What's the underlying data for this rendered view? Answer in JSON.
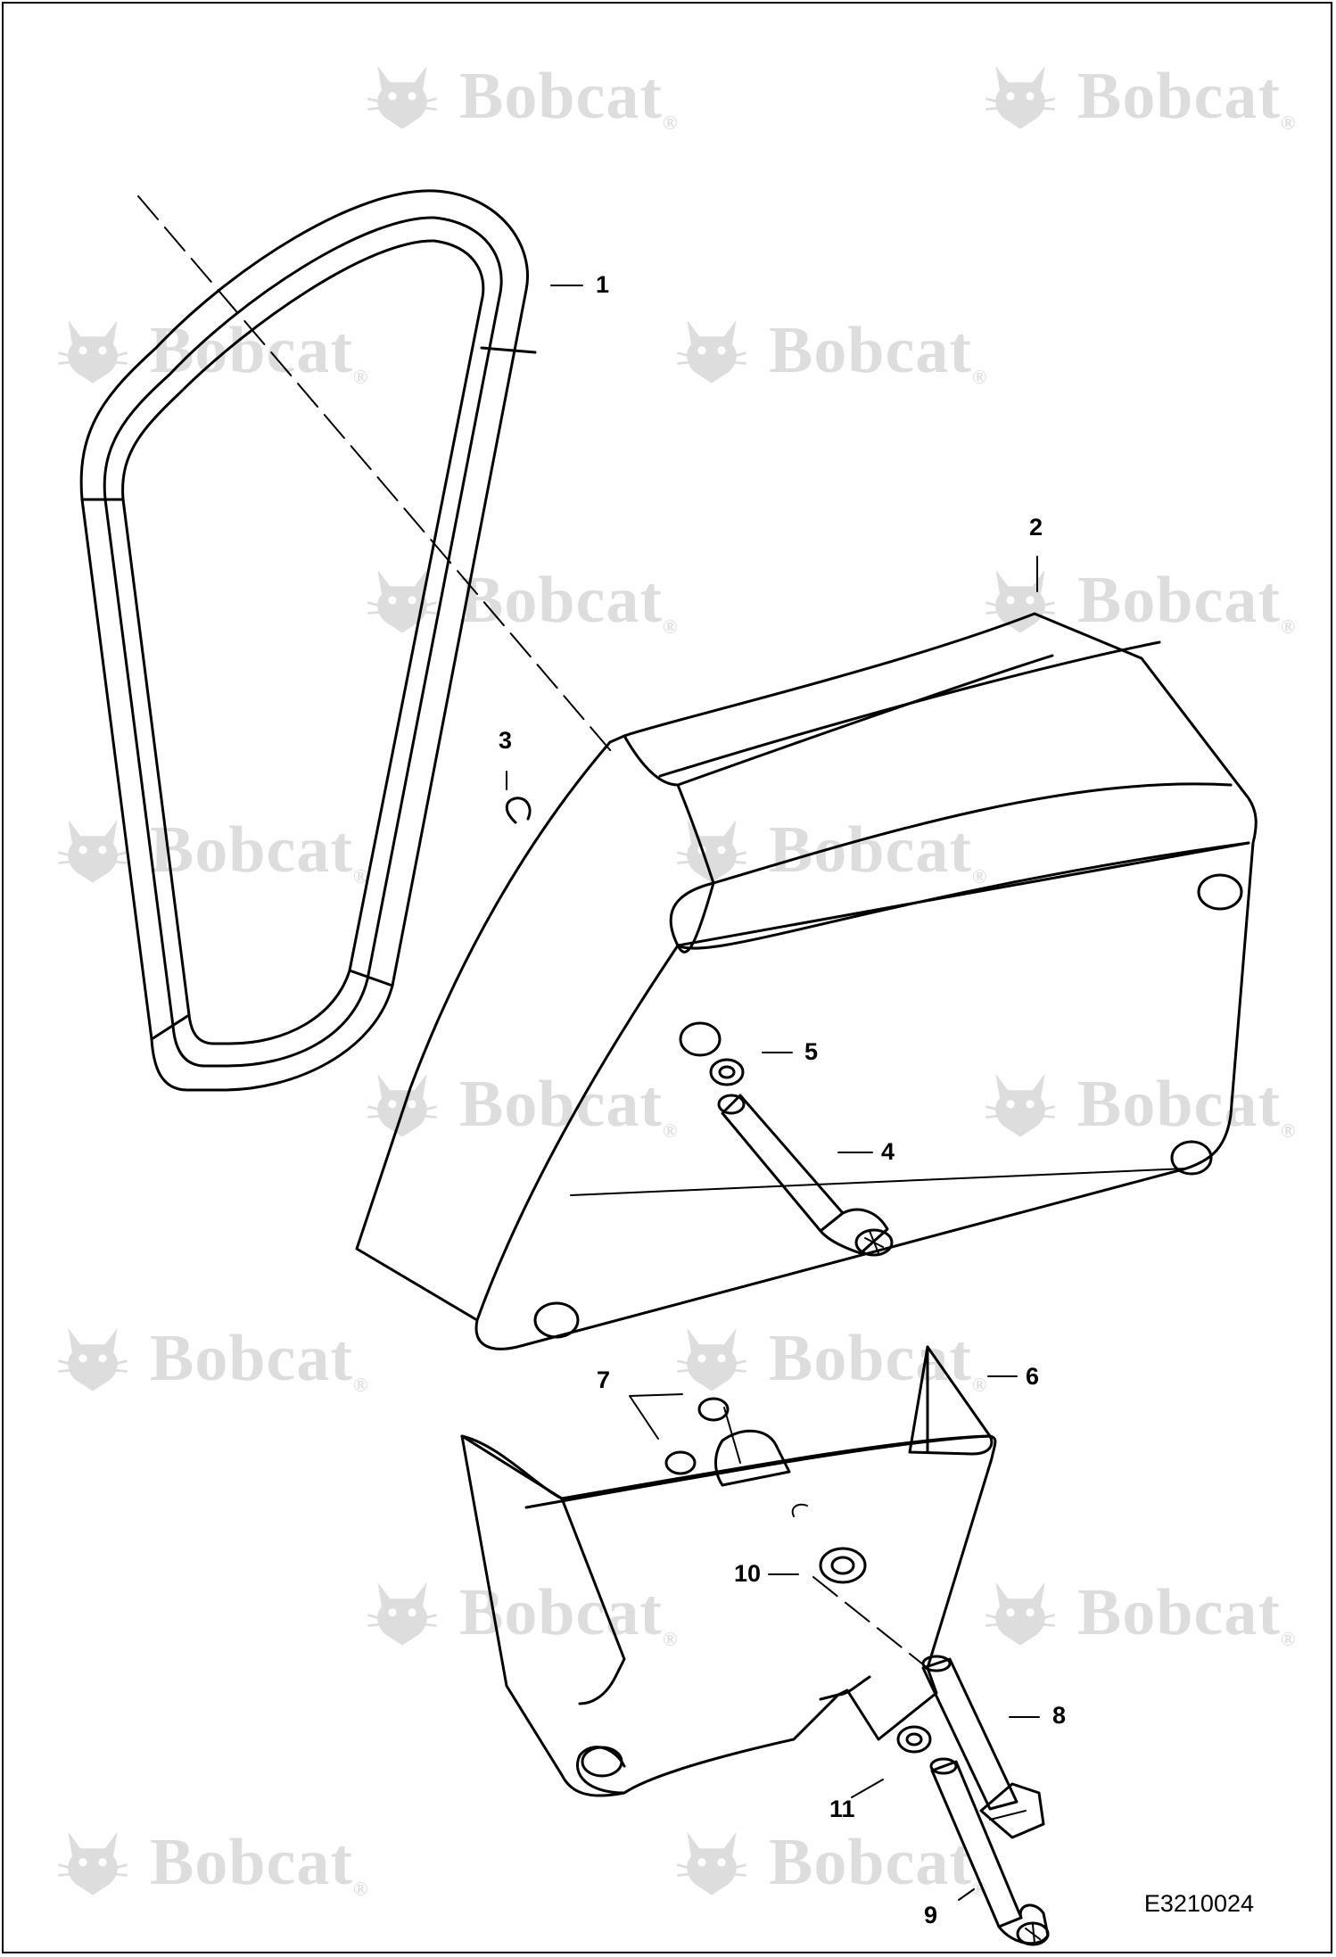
{
  "watermark": {
    "brand": "Bobcat",
    "mark": "®",
    "icon": "bobcat-head-icon"
  },
  "callouts": [
    {
      "id": "c1",
      "label": "1"
    },
    {
      "id": "c2",
      "label": "2"
    },
    {
      "id": "c3",
      "label": "3"
    },
    {
      "id": "c4",
      "label": "4"
    },
    {
      "id": "c5",
      "label": "5"
    },
    {
      "id": "c6",
      "label": "6"
    },
    {
      "id": "c7",
      "label": "7"
    },
    {
      "id": "c8",
      "label": "8"
    },
    {
      "id": "c9",
      "label": "9"
    },
    {
      "id": "c10",
      "label": "10"
    },
    {
      "id": "c11",
      "label": "11"
    }
  ],
  "figure_code": "E3210024",
  "colors": {
    "line": "#000000",
    "watermark": "#cccccc",
    "background": "#ffffff"
  }
}
